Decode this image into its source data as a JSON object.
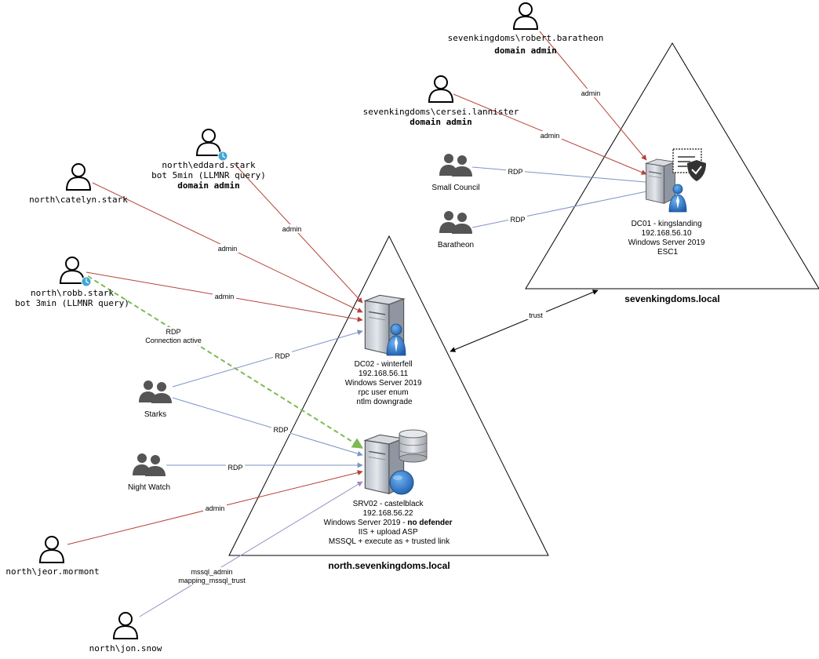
{
  "colors": {
    "admin_edge": "#b5423a",
    "rdp_edge": "#7b93c4",
    "rdp_active_edge": "#7dba54",
    "mssql_edge": "#9e88c6",
    "trust_edge": "#000000",
    "zone_stroke": "#000000",
    "bot_badge": "#3fa7d6"
  },
  "zones": {
    "sevenkingdoms": {
      "label": "sevenkingdoms.local"
    },
    "north": {
      "label": "north.sevenkingdoms.local"
    }
  },
  "servers": {
    "dc01": {
      "lines": [
        "DC01 - kingslanding",
        "192.168.56.10",
        "Windows Server 2019",
        "ESC1"
      ]
    },
    "dc02": {
      "lines": [
        "DC02 - winterfell",
        "192.168.56.11",
        "Windows Server 2019",
        "rpc user enum",
        "ntlm downgrade"
      ]
    },
    "srv02": {
      "line1": "SRV02 - castelblack",
      "line2": "192.168.56.22",
      "line3_prefix": "Windows Server 2019 - ",
      "line3_bold": "no defender",
      "line4": "IIS + upload ASP",
      "line5": "MSSQL + execute as + trusted link"
    }
  },
  "users": {
    "robert": {
      "name": "sevenkingdoms\\robert.baratheon",
      "role": "domain admin"
    },
    "cersei": {
      "name": "sevenkingdoms\\cersei.lannister",
      "role": "domain admin"
    },
    "eddard": {
      "name": "north\\eddard.stark",
      "note": "bot 5min (LLMNR query)",
      "role": "domain admin"
    },
    "catelyn": {
      "name": "north\\catelyn.stark"
    },
    "robb": {
      "name": "north\\robb.stark",
      "note": "bot 3min (LLMNR query)"
    },
    "jeor": {
      "name": "north\\jeor.mormont"
    },
    "jon": {
      "name": "north\\jon.snow"
    }
  },
  "groups": {
    "small_council": "Small Council",
    "baratheon": "Baratheon",
    "starks": "Starks",
    "night_watch": "Night Watch"
  },
  "edges": {
    "robert_dc01": "admin",
    "cersei_dc01": "admin",
    "small_council_dc01": "RDP",
    "baratheon_dc01": "RDP",
    "eddard_dc02": "admin",
    "catelyn_dc02": "admin",
    "robb_dc02": "admin",
    "robb_srv02_line1": "RDP",
    "robb_srv02_line2": "Connection active",
    "starks_dc02": "RDP",
    "starks_srv02": "RDP",
    "night_watch_srv02": "RDP",
    "jeor_srv02": "admin",
    "jon_srv02_line1": "mssql_admin",
    "jon_srv02_line2": "mapping_mssql_trust",
    "trust": "trust"
  }
}
